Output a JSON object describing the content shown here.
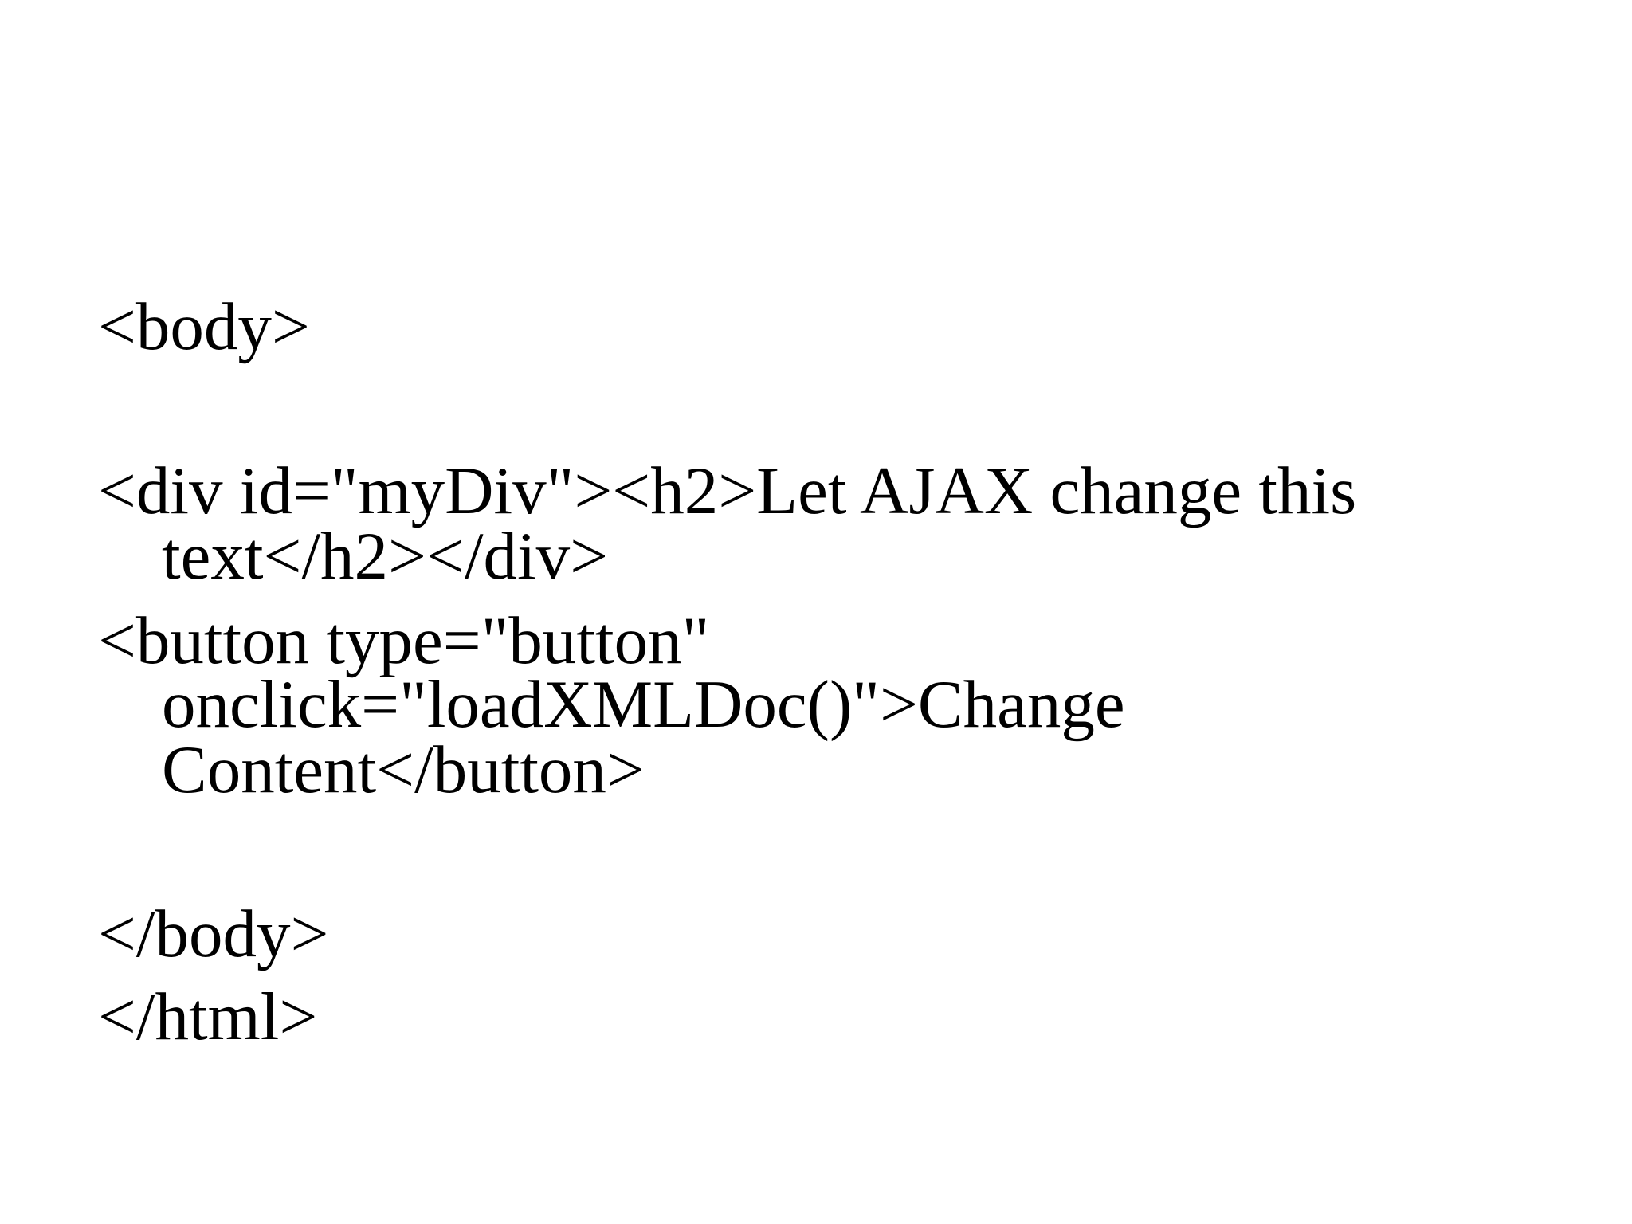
{
  "slide": {
    "lines": [
      "<body>",
      "<div id=\"myDiv\"><h2>Let AJAX change this",
      "text</h2></div>",
      "<button type=\"button\"",
      "onclick=\"loadXMLDoc()\">Change",
      "Content</button>",
      "</body>",
      "</html>"
    ]
  }
}
